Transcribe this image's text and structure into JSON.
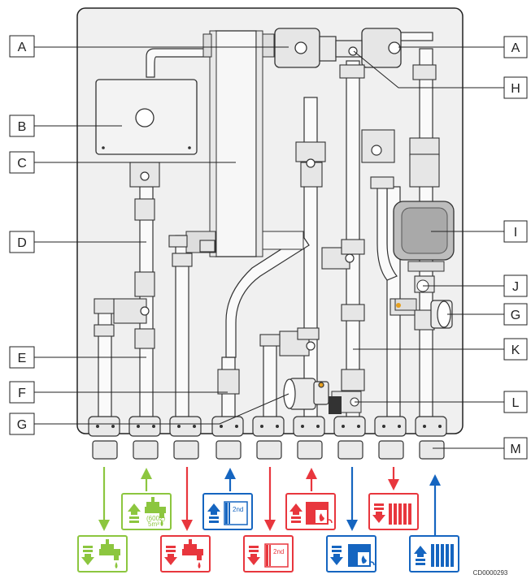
{
  "labels": {
    "A": "A",
    "B": "B",
    "C": "C",
    "D": "D",
    "E": "E",
    "F": "F",
    "G": "G",
    "H": "H",
    "I": "I",
    "J": "J",
    "K": "K",
    "L": "L",
    "M": "M"
  },
  "icon_text": {
    "second_circuit": "2nd",
    "tap_spec_1": "(6002)",
    "tap_spec_2": "5m³"
  },
  "code": "CD0000293",
  "colors": {
    "green": "#8cc63f",
    "red": "#e8363d",
    "blue": "#1565c0",
    "panel": "#f0f0f0",
    "pipe_stroke": "#333333"
  }
}
